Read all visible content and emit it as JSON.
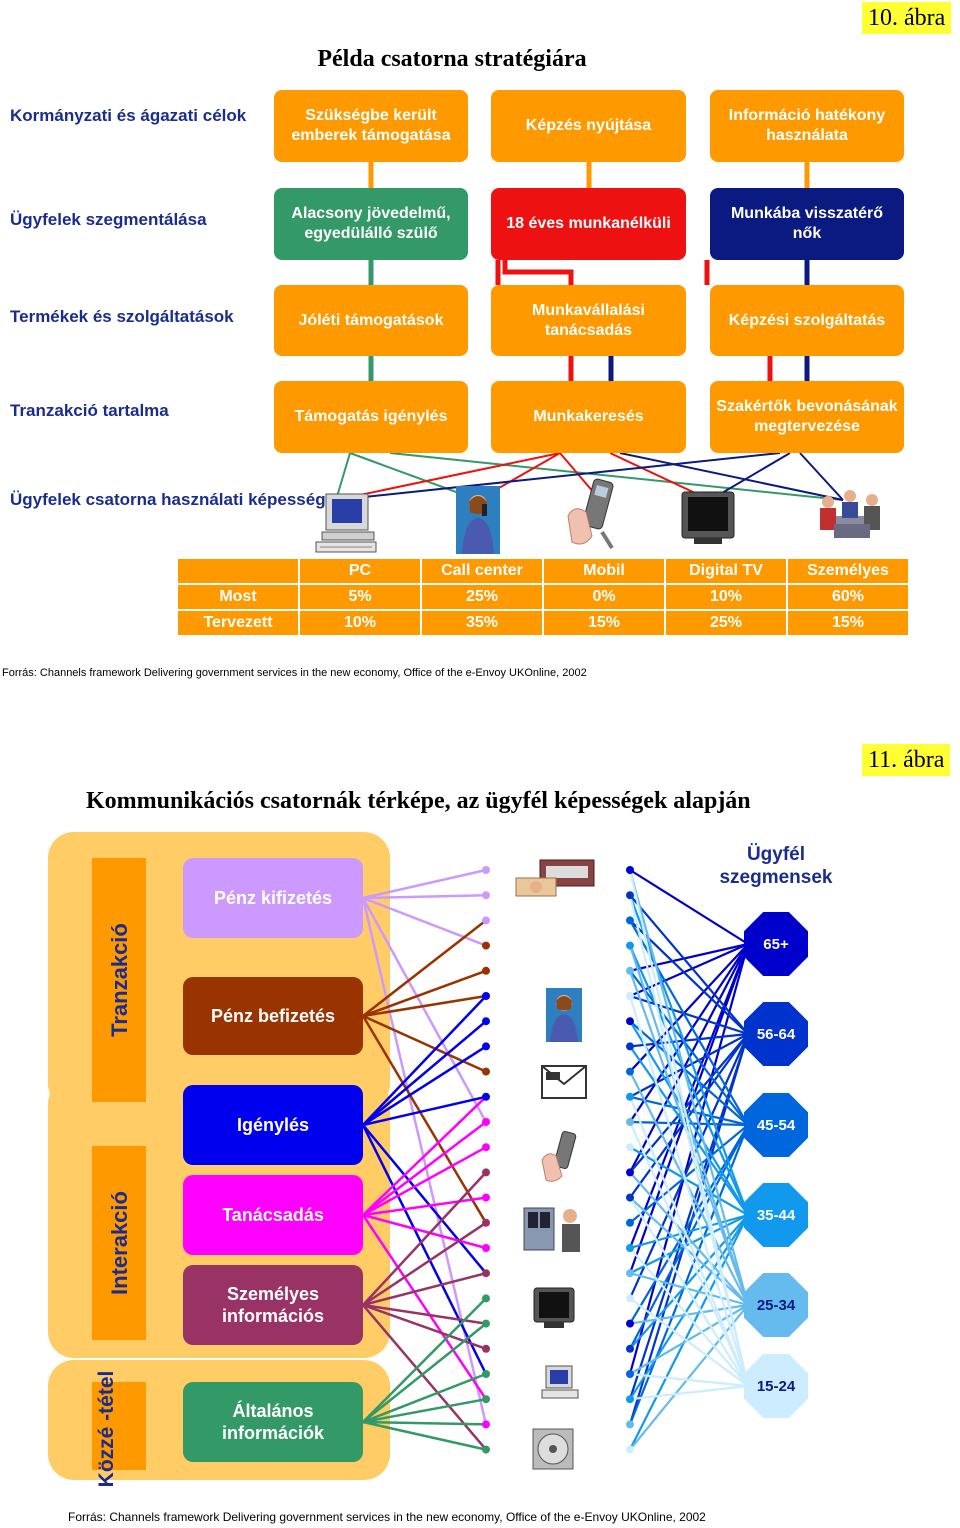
{
  "fig1": {
    "fig_label": "10. ábra",
    "title": "Példa csatorna stratégiára",
    "row_labels": [
      "Kormányzati és ágazati célok",
      "Ügyfelek szegmentálása",
      "Termékek és szolgáltatások",
      "Tranzakció tartalma",
      "Ügyfelek csatorna használati képessége"
    ],
    "goals": [
      "Szükségbe került emberek támogatása",
      "Képzés nyújtása",
      "Információ hatékony használata"
    ],
    "segments": [
      {
        "label": "Alacsony jövedelmű, egyedülálló szülő",
        "color": "#339966"
      },
      {
        "label": "18 éves munkanélküli",
        "color": "#ee1111"
      },
      {
        "label": "Munkába visszatérő nők",
        "color": "#0a1a80"
      }
    ],
    "products": [
      "Jóléti támogatások",
      "Munkavállalási tanácsadás",
      "Képzési szolgáltatás"
    ],
    "transactions": [
      "Támogatás igénylés",
      "Munkakeresés",
      "Szakértők bevonásának megtervezése"
    ],
    "channel_icons": [
      "computer-icon",
      "phone-person-icon",
      "mobile-phone-icon",
      "television-icon",
      "meeting-people-icon"
    ],
    "table": {
      "headers": [
        "",
        "PC",
        "Call center",
        "Mobil",
        "Digital TV",
        "Személyes"
      ],
      "rows": [
        [
          "Most",
          "5%",
          "25%",
          "0%",
          "10%",
          "60%"
        ],
        [
          "Tervezett",
          "10%",
          "35%",
          "15%",
          "25%",
          "15%"
        ]
      ]
    },
    "source": "Forrás: Channels framework Delivering government services in the new economy, Office of the e-Envoy UKOnline, 2002"
  },
  "fig2": {
    "fig_label": "11. ábra",
    "title": "Kommunikációs csatornák térképe, az ügyfél képességek alapján",
    "group_labels": [
      "Tranzakció",
      "Interakció",
      "Közzé -tétel"
    ],
    "services": [
      {
        "label": "Pénz kifizetés",
        "color": "#cc99ff"
      },
      {
        "label": "Pénz befizetés",
        "color": "#993300"
      },
      {
        "label": "Igénylés",
        "color": "#0000ee"
      },
      {
        "label": "Tanácsadás",
        "color": "#ff00ff"
      },
      {
        "label": "Személyes információs",
        "color": "#993366"
      },
      {
        "label": "Általános információk",
        "color": "#339966"
      }
    ],
    "channel_icons": [
      "post-office-money-icon",
      "call-center-person-icon",
      "letter-envelope-icon",
      "mobile-phone-icon",
      "kiosk-people-icon",
      "television-icon",
      "computer-icon",
      "cd-icon"
    ],
    "segments_title": "Ügyfél szegmensek",
    "segments": [
      {
        "label": "65+",
        "color": "#0000cc"
      },
      {
        "label": "56-64",
        "color": "#0033cc"
      },
      {
        "label": "45-54",
        "color": "#0066dd"
      },
      {
        "label": "35-44",
        "color": "#1199ee"
      },
      {
        "label": "25-34",
        "color": "#66bbee"
      },
      {
        "label": "15-24",
        "color": "#ccecff"
      }
    ],
    "source": "Forrás: Channels framework Delivering government services in the new economy, Office of the e-Envoy UKOnline, 2002"
  }
}
